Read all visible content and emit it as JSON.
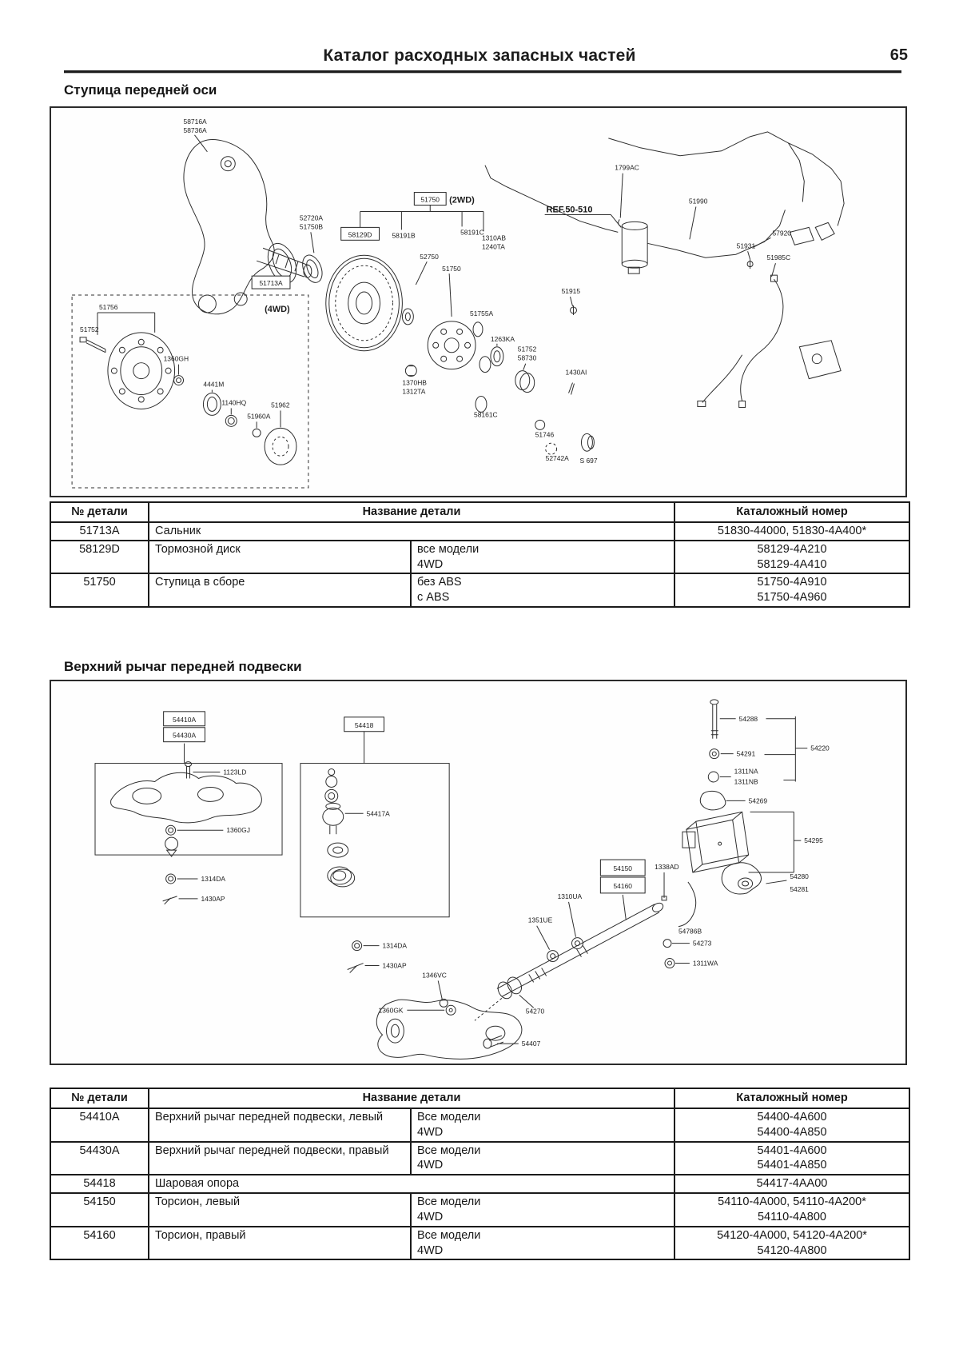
{
  "page": {
    "header_title": "Каталог расходных запасных частей",
    "page_number": "65"
  },
  "table_headers": {
    "part": "№ детали",
    "name": "Название детали",
    "catalog": "Каталожный номер"
  },
  "section1": {
    "title": "Ступица передней оси",
    "table": {
      "rows": [
        {
          "part": "51713A",
          "name": "Сальник",
          "v1": "",
          "v2": "",
          "n1": "51830-44000, 51830-4A400*",
          "n2": ""
        },
        {
          "part": "58129D",
          "name": "Тормозной диск",
          "v1": "все модели",
          "v2": "4WD",
          "n1": "58129-4A210",
          "n2": "58129-4A410"
        },
        {
          "part": "51750",
          "name": "Ступица в сборе",
          "v1": "без ABS",
          "v2": "с ABS",
          "n1": "51750-4A910",
          "n2": "51750-4A960"
        }
      ]
    },
    "diagram": {
      "labels": [
        "58716A",
        "58736A",
        "51750",
        "(2WD)",
        "52720A",
        "51750B",
        "58129D",
        "58191B",
        "58191C",
        "1310AB",
        "1240TA",
        "52750",
        "51750",
        "51713A",
        "(4WD)",
        "51756",
        "51752",
        "1360GH",
        "4441M",
        "1140HQ",
        "51960A",
        "51962",
        "51755A",
        "1263KA",
        "51752",
        "58730",
        "1430AI",
        "1370HB",
        "1312TA",
        "58161C",
        "51746",
        "52742A",
        "S 697",
        "1799AC",
        "REF.50-510",
        "51990",
        "51915",
        "57920",
        "51931",
        "51985C"
      ]
    }
  },
  "section2": {
    "title": "Верхний рычаг передней подвески",
    "table": {
      "rows": [
        {
          "part": "54410A",
          "name": "Верхний рычаг передней подвески, левый",
          "v1": "Все модели",
          "v2": "4WD",
          "n1": "54400-4A600",
          "n2": "54400-4A850"
        },
        {
          "part": "54430A",
          "name": "Верхний рычаг передней подвески, правый",
          "v1": "Все модели",
          "v2": "4WD",
          "n1": "54401-4A600",
          "n2": "54401-4A850"
        },
        {
          "part": "54418",
          "name": "Шаровая опора",
          "v1": "",
          "v2": "",
          "n1": "54417-4AA00",
          "n2": ""
        },
        {
          "part": "54150",
          "name": "Торсион, левый",
          "v1": "Все модели",
          "v2": "4WD",
          "n1": "54110-4A000, 54110-4A200*",
          "n2": "54110-4A800"
        },
        {
          "part": "54160",
          "name": "Торсион, правый",
          "v1": "Все модели",
          "v2": "4WD",
          "n1": "54120-4A000, 54120-4A200*",
          "n2": "54120-4A800"
        }
      ]
    },
    "diagram": {
      "labels": [
        "54410A",
        "54430A",
        "54418",
        "1123LD",
        "1360GJ",
        "54417A",
        "1314DA",
        "1430AP",
        "1314DA",
        "1430AP",
        "54288",
        "54220",
        "54291",
        "1311NA",
        "1311NB",
        "54269",
        "54295",
        "54280",
        "54281",
        "54150",
        "54160",
        "1338AD",
        "1310UA",
        "1351UE",
        "54786B",
        "54273",
        "1311WA",
        "1346VC",
        "1360GK",
        "54270",
        "54407"
      ]
    }
  }
}
